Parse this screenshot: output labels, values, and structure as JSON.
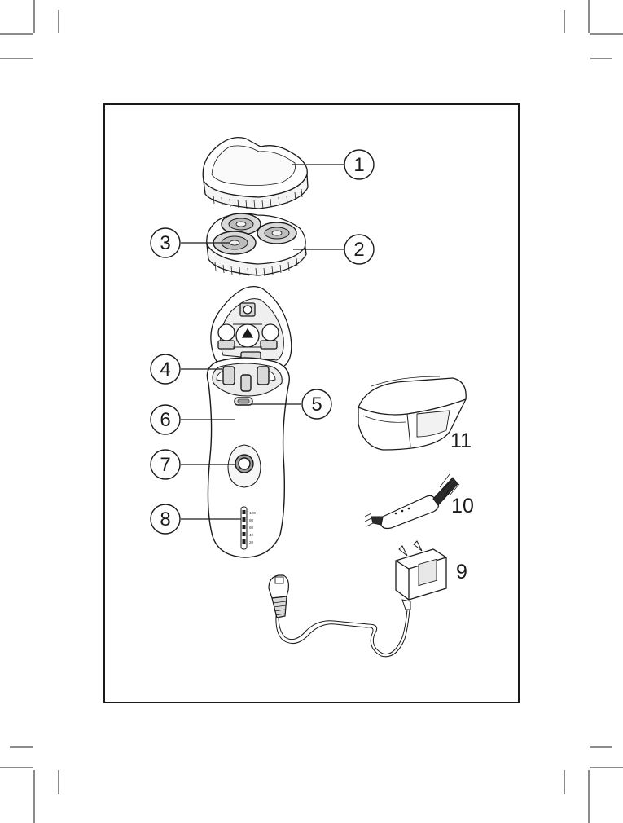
{
  "figure": {
    "callouts": [
      {
        "id": "1",
        "label": "1",
        "part": "protection-cap"
      },
      {
        "id": "2",
        "label": "2",
        "part": "shaving-unit"
      },
      {
        "id": "3",
        "label": "3",
        "part": "shaving-head"
      },
      {
        "id": "4",
        "label": "4",
        "part": "shaving-unit-holder"
      },
      {
        "id": "5",
        "label": "5",
        "part": "release-button"
      },
      {
        "id": "6",
        "label": "6",
        "part": "shaver-body"
      },
      {
        "id": "7",
        "label": "7",
        "part": "on-off-button"
      },
      {
        "id": "8",
        "label": "8",
        "part": "battery-indicator"
      },
      {
        "id": "9",
        "label": "9",
        "part": "adapter"
      },
      {
        "id": "10",
        "label": "10",
        "part": "cleaning-brush"
      },
      {
        "id": "11",
        "label": "11",
        "part": "pouch"
      }
    ],
    "battery_scale": [
      "100",
      "80",
      "60",
      "40",
      "20"
    ]
  },
  "colors": {
    "line": "#1a1a1a",
    "fill": "#ffffff",
    "shade": "#e6e6e6",
    "dark_shade": "#bdbdbd"
  }
}
